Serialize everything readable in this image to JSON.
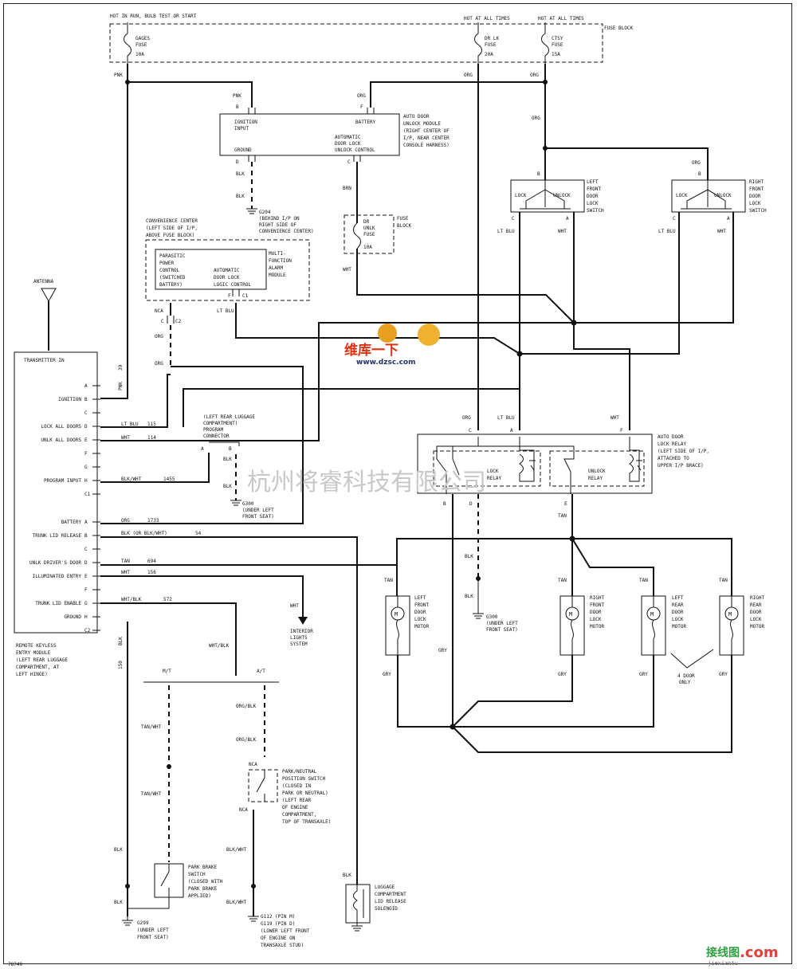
{
  "fuse_block": {
    "label": "FUSE BLOCK",
    "hot_run": "HOT IN RUN, BULB TEST OR START",
    "hot1": "HOT AT ALL TIMES",
    "hot2": "HOT AT ALL TIMES",
    "gages_fuse": [
      "GAGES",
      "FUSE",
      "10A"
    ],
    "drlk_fuse": [
      "DR LK",
      "FUSE",
      "20A"
    ],
    "ctsy_fuse": [
      "CTSY",
      "FUSE",
      "15A"
    ]
  },
  "wire_colors": {
    "pnk": "PNK",
    "org": "ORG",
    "blk": "BLK",
    "brn": "BRN",
    "wht": "WHT",
    "lt_blu": "LT BLU",
    "nca": "NCA",
    "tan": "TAN",
    "gry": "GRY",
    "blk_wht": "BLK/WHT",
    "wht_blk": "WHT/BLK",
    "org_blk": "ORG/BLK",
    "tan_wht": "TAN/WHT"
  },
  "auto_door_unlock_module": {
    "title": [
      "AUTO DOOR",
      "UNLOCK MODULE",
      "(RIGHT CENTER OF",
      "I/P, NEAR CENTER",
      "CONSOLE HARNESS)"
    ],
    "ignition": [
      "IGNITION",
      "INPUT"
    ],
    "battery": "BATTERY",
    "automatic": [
      "AUTOMATIC",
      "DOOR LOCK",
      "UNLOCK CONTROL"
    ],
    "ground": "GROUND",
    "pin_b": "B",
    "pin_f": "F",
    "pin_d": "D",
    "pin_c": "C"
  },
  "g204": [
    "G204",
    "(BEHIND I/P ON",
    "RIGHT SIDE OF",
    "CONVENIENCE CENTER)"
  ],
  "fuse_small": {
    "label": [
      "DR",
      "UNLK",
      "FUSE",
      "10A"
    ],
    "block": [
      "FUSE",
      "BLOCK"
    ]
  },
  "convenience_center": {
    "title": [
      "CONVENIENCE CENTER",
      "(LEFT SIDE OF I/P,",
      "ABOVE FUSE BLOCK)"
    ],
    "parasitic": [
      "PARASITIC",
      "POWER",
      "CONTROL",
      "(SWITCHED",
      "BATTERY)"
    ],
    "automatic": [
      "AUTOMATIC",
      "DOOR LOCK",
      "LOGIC CONTROL"
    ],
    "mfam": [
      "MULTI-",
      "FUNCTION",
      "ALARM",
      "MODULE"
    ],
    "pin_f": "F",
    "pin_c1": "C1",
    "pin_c": "C",
    "pin_c2": "C2"
  },
  "antenna": "ANTENNA",
  "rke_module": {
    "title": "TRANSMITTER IN",
    "label": [
      "REMOTE KEYLESS",
      "ENTRY MODULE",
      "(LEFT REAR LUGGAGE",
      "COMPARTMENT, AT",
      "LEFT HINGE)"
    ],
    "pins1": [
      {
        "pin": "A",
        "name": ""
      },
      {
        "pin": "B",
        "name": "IGNITION"
      },
      {
        "pin": "C",
        "name": ""
      },
      {
        "pin": "D",
        "name": "LOCK ALL DOORS"
      },
      {
        "pin": "E",
        "name": "UNLK ALL DOORS"
      },
      {
        "pin": "F",
        "name": ""
      },
      {
        "pin": "G",
        "name": ""
      },
      {
        "pin": "H",
        "name": "PROGRAM INPUT"
      },
      {
        "pin": "C1",
        "name": ""
      }
    ],
    "pins2": [
      {
        "pin": "A",
        "name": "BATTERY"
      },
      {
        "pin": "B",
        "name": "TRUNK LID RELEASE"
      },
      {
        "pin": "C",
        "name": ""
      },
      {
        "pin": "D",
        "name": "UNLK DRIVER'S DOOR"
      },
      {
        "pin": "E",
        "name": "ILLUMINATED ENTRY"
      },
      {
        "pin": "F",
        "name": ""
      },
      {
        "pin": "G",
        "name": "TRUNK LID ENABLE"
      },
      {
        "pin": "H",
        "name": "GROUND"
      },
      {
        "pin": "C2",
        "name": ""
      }
    ],
    "circuits": {
      "pnk39": "39",
      "ltblu115": "115",
      "wht114": "114",
      "blkwht1455": "1455",
      "org1733": "1733",
      "blk54": "54",
      "blk54_alt": "BLK (OR BLK/WHT)",
      "tan694": "694",
      "wht156": "156",
      "whtblk572": "572",
      "blk150": "150"
    }
  },
  "program_connector": [
    "(LEFT REAR LUGGAGE",
    "COMPARTMENT)",
    "PROGRAM",
    "CONNECTOR"
  ],
  "g300": [
    "G300",
    "(UNDER LEFT",
    "FRONT SEAT)"
  ],
  "left_front_switch": {
    "title": [
      "LEFT",
      "FRONT",
      "DOOR",
      "LOCK",
      "SWITCH"
    ],
    "lock": "LOCK",
    "unlock": "UNLOCK"
  },
  "right_front_switch": {
    "title": [
      "RIGHT",
      "FRONT",
      "DOOR",
      "LOCK",
      "SWITCH"
    ],
    "lock": "LOCK",
    "unlock": "UNLOCK"
  },
  "relay": {
    "title": [
      "AUTO DOOR",
      "LOCK RELAY",
      "(LEFT SIDE OF I/P,",
      "ATTACHED TO",
      "UPPER I/P BRACE)"
    ],
    "lock": [
      "LOCK",
      "RELAY"
    ],
    "unlock": [
      "UNLOCK",
      "RELAY"
    ]
  },
  "interior": [
    "INTERIOR",
    "LIGHTS",
    "SYSTEM"
  ],
  "motors": [
    [
      "LEFT",
      "FRONT",
      "DOOR",
      "LOCK",
      "MOTOR"
    ],
    [
      "RIGHT",
      "FRONT",
      "DOOR",
      "LOCK",
      "MOTOR"
    ],
    [
      "LEFT",
      "REAR",
      "DOOR",
      "LOCK",
      "MOTOR"
    ],
    [
      "RIGHT",
      "REAR",
      "DOOR",
      "LOCK",
      "MOTOR"
    ]
  ],
  "four_door": [
    "4 DOOR",
    "ONLY"
  ],
  "trans": {
    "mt": "M/T",
    "at": "A/T"
  },
  "pnp_switch": [
    "PARK/NEUTRAL",
    "POSITION SWITCH",
    "(CLOSED IN",
    "PARK OR NEUTRAL)",
    "(LEFT REAR",
    "OF ENGINE",
    "COMPARTMENT,",
    "TOP OF TRANSAXLE)"
  ],
  "park_brake": [
    "PARK BRAKE",
    "SWITCH",
    "(CLOSED WITH",
    "PARK BRAKE",
    "APPLIED)"
  ],
  "g299": [
    "G299",
    "(UNDER LEFT",
    "FRONT SEAT)"
  ],
  "g112": [
    "G112    (PIN M)",
    "G119    (PIN D)",
    "(LOWER LEFT FRONT",
    "OF ENGINE ON",
    "TRANSAXLE STUD)"
  ],
  "solenoid": [
    "LUGGAGE",
    "COMPARTMENT",
    "LID RELEASE",
    "SOLENOID"
  ],
  "watermark_cn": "杭州将睿科技有限公司",
  "watermark_dzsc": "www.dzsc.com",
  "watermark_weiku": "维库一下",
  "logo_brand": "接线图",
  "logo_com": ".com",
  "logo_site": "jiexiantu",
  "figure_id": "78749"
}
